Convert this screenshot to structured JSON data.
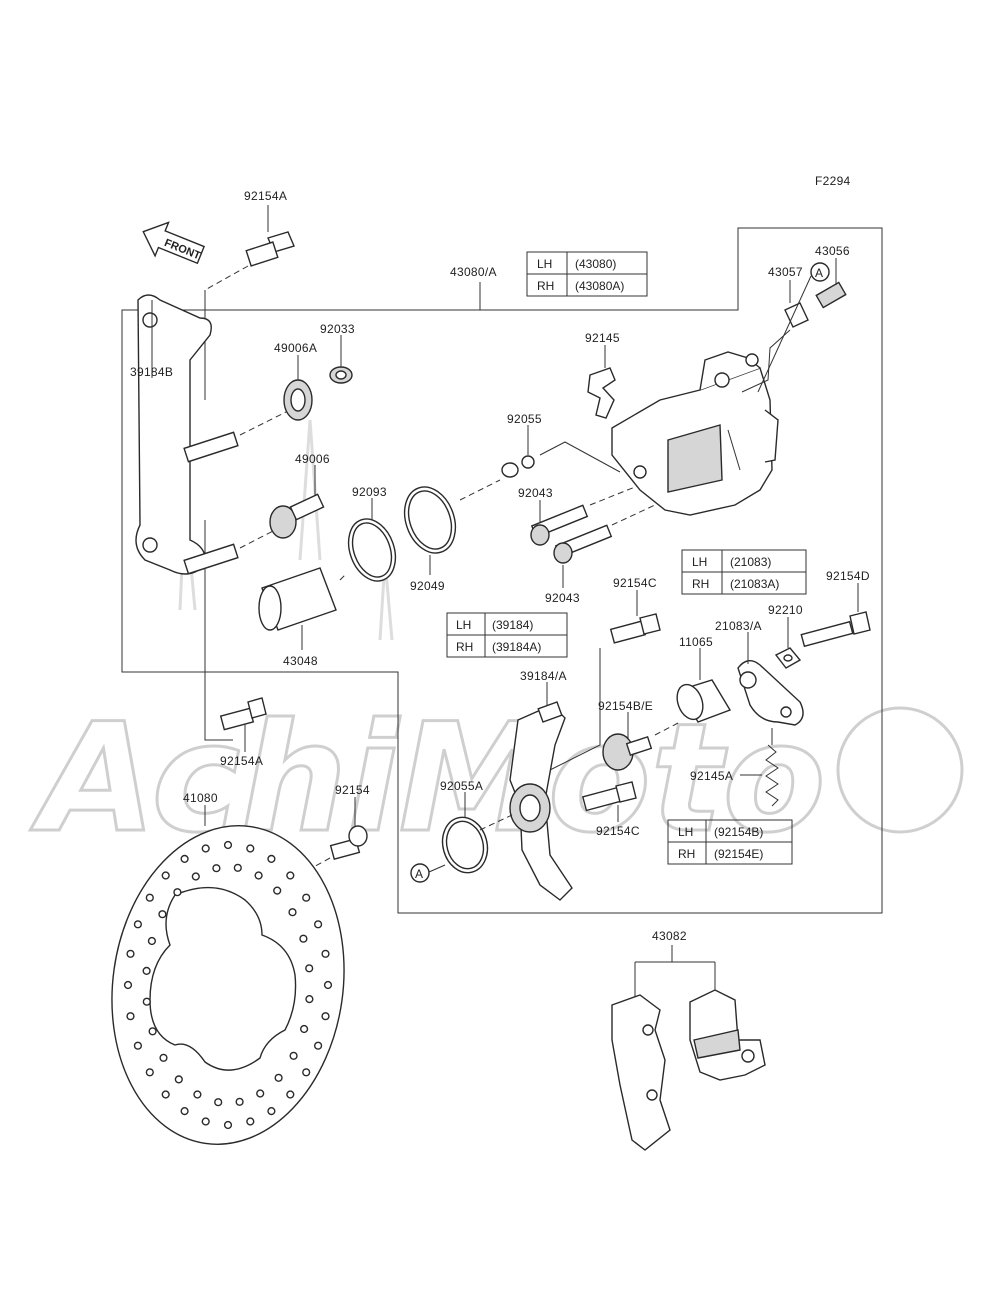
{
  "figure_code": "F2294",
  "front_arrow_label": "FRONT",
  "watermark_text": "AchiMoto",
  "callout_letter": "A",
  "labels": {
    "p92154A_top": "92154A",
    "p43080A": "43080/A",
    "p43056": "43056",
    "p43057": "43057",
    "p92033": "92033",
    "p49006A": "49006A",
    "p39184B": "39184B",
    "p92145": "92145",
    "p92055": "92055",
    "p49006": "49006",
    "p92093": "92093",
    "p92043_a": "92043",
    "p92049": "92049",
    "p92043_b": "92043",
    "p43048": "43048",
    "p92154C_top": "92154C",
    "p92154D": "92154D",
    "p92210": "92210",
    "p21083A": "21083/A",
    "p11065": "11065",
    "p39184A": "39184/A",
    "p92154BE": "92154B/E",
    "p92154A_mid": "92154A",
    "p92055A": "92055A",
    "p92154": "92154",
    "p92145A": "92145A",
    "p92154C_bot": "92154C",
    "p41080": "41080",
    "p43082": "43082"
  },
  "tables": {
    "t43080": {
      "rows": [
        {
          "side": "LH",
          "part": "(43080)"
        },
        {
          "side": "RH",
          "part": "(43080A)"
        }
      ]
    },
    "t21083": {
      "rows": [
        {
          "side": "LH",
          "part": "(21083)"
        },
        {
          "side": "RH",
          "part": "(21083A)"
        }
      ]
    },
    "t39184": {
      "rows": [
        {
          "side": "LH",
          "part": "(39184)"
        },
        {
          "side": "RH",
          "part": "(39184A)"
        }
      ]
    },
    "t92154": {
      "rows": [
        {
          "side": "LH",
          "part": "(92154B)"
        },
        {
          "side": "RH",
          "part": "(92154E)"
        }
      ]
    }
  },
  "colors": {
    "ink": "#2a2a2a",
    "watermark": "#cfcfcf",
    "background": "#ffffff"
  }
}
